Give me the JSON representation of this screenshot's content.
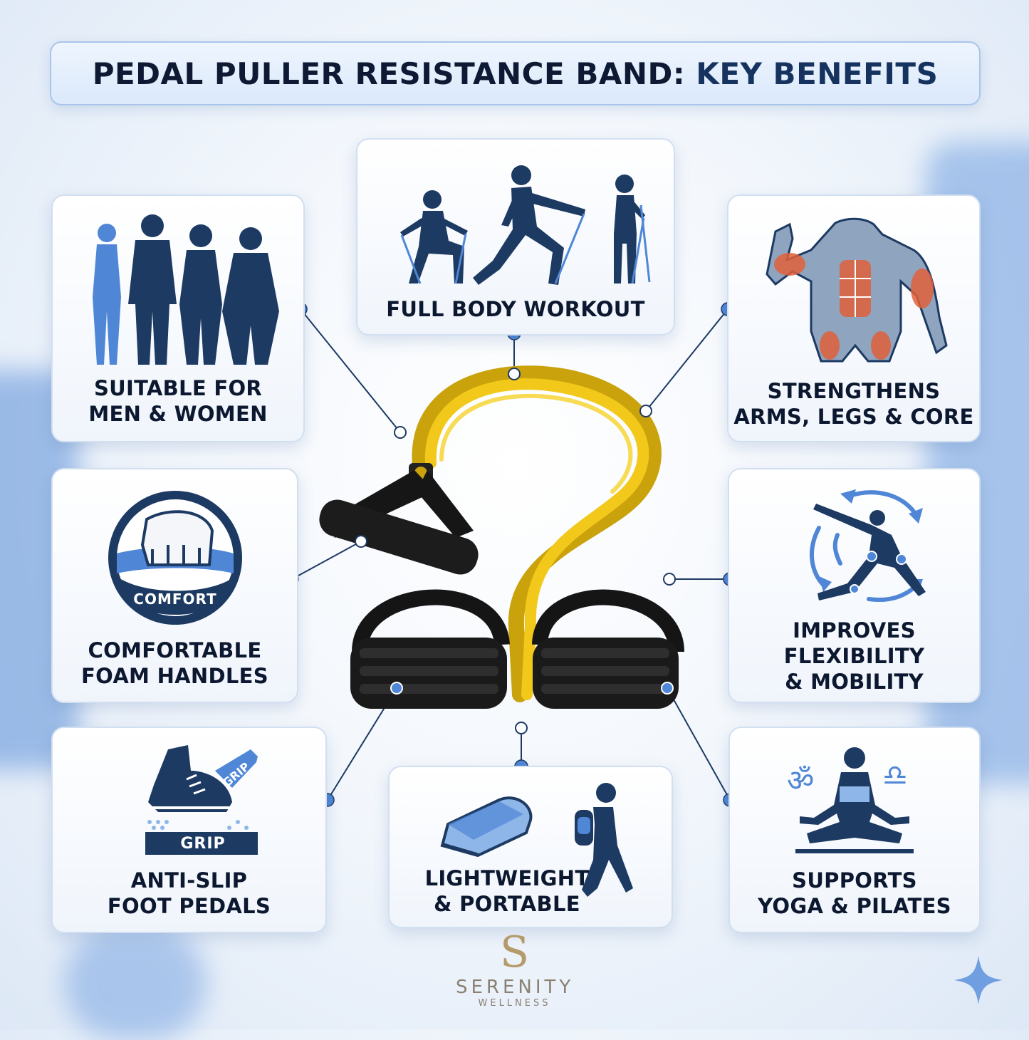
{
  "title": {
    "main": "PEDAL PULLER RESISTANCE BAND:",
    "accent": "KEY BENEFITS"
  },
  "cards": {
    "full_body": {
      "line1": "FULL BODY WORKOUT"
    },
    "men_women": {
      "line1": "SUITABLE FOR",
      "line2": "MEN & WOMEN"
    },
    "strengthens": {
      "line1": "STRENGTHENS",
      "line2": "ARMS, LEGS & CORE"
    },
    "foam_handles": {
      "line1": "COMFORTABLE",
      "line2": "FOAM HANDLES",
      "badge": "COMFORT"
    },
    "flexibility": {
      "line1": "IMPROVES",
      "line2": "FLEXIBILITY",
      "line3": "& MOBILITY"
    },
    "anti_slip": {
      "line1": "ANTI-SLIP",
      "line2": "FOOT PEDALS",
      "badge_side": "GRIP",
      "badge_base": "GRIP"
    },
    "lightweight": {
      "line1": "LIGHTWEIGHT",
      "line2": "& PORTABLE"
    },
    "yoga": {
      "line1": "SUPPORTS",
      "line2": "YOGA & PILATES",
      "symbol_left": "ॐ",
      "symbol_right": "♎"
    }
  },
  "brand": {
    "monogram": "S",
    "name": "SERENITY",
    "sub": "WELLNESS"
  },
  "colors": {
    "navy": "#1d3a63",
    "blue": "#4f86d6",
    "light_blue": "#8fb6e8",
    "band_yellow": "#f2c81a",
    "muscle_red": "#e0603a",
    "text": "#0c1830"
  }
}
